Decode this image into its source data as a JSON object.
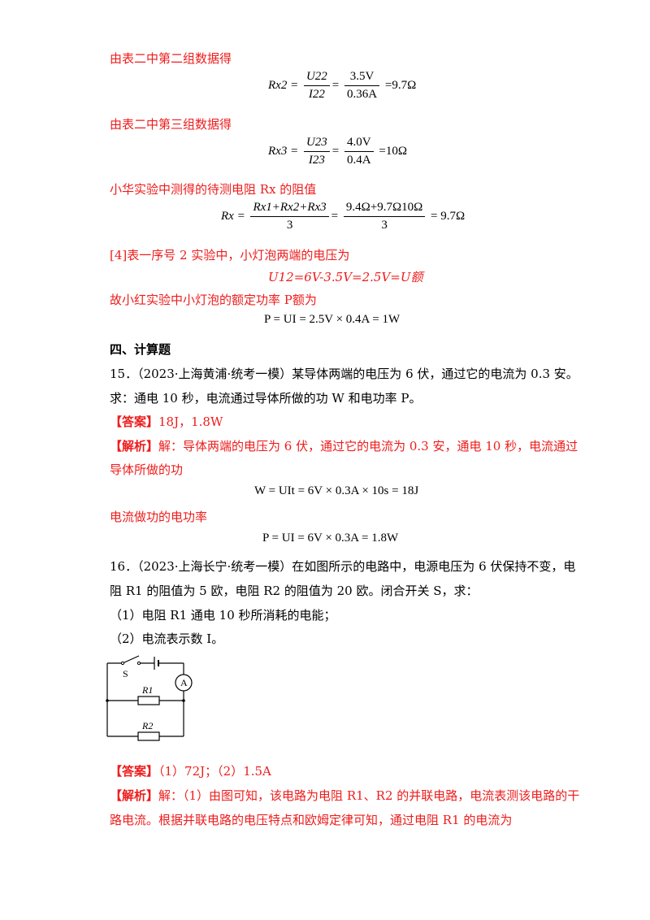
{
  "lines": {
    "t1": "由表二中第二组数据得",
    "t2": "由表二中第三组数据得",
    "t3": "小华实验中测得的待测电阻 Rx 的阻值",
    "t4": "[4]表一序号 2 实验中，小灯泡两端的电压为",
    "t5": "U12=6V-3.5V=2.5V=U额",
    "t6": "故小红实验中小灯泡的额定功率 P额为",
    "section": "四、计算题",
    "q15a": "15．（2023·上海黄浦·统考一模）某导体两端的电压为 6 伏，通过它的电流为 0.3 安。",
    "q15b": "求：通电 10 秒，电流通过导体所做的功 W 和电功率 P。",
    "ans15_tag": "【答案】",
    "ans15": "18J，1.8W",
    "exp15_tag": "【解析】",
    "exp15a": "解：导体两端的电压为 6 伏，通过它的电流为 0.3 安，通电 10 秒，电流通过",
    "exp15b": "导体所做的功",
    "exp15c": "电流做功的电功率",
    "q16a": "16．（2023·上海长宁·统考一模）在如图所示的电路中，电源电压为 6 伏保持不变，电",
    "q16b": "阻 R1 的阻值为 5 欧，电阻 R2 的阻值为 20 欧。闭合开关 S，求：",
    "q16c": "（1）电阻 R1 通电 10 秒所消耗的电能；",
    "q16d": "（2）电流表示数 I。",
    "ans16_tag": "【答案】",
    "ans16": "（1）72J；（2）1.5A",
    "exp16_tag": "【解析】",
    "exp16a": "解：（1）由图可知，该电路为电阻 R1、R2 的并联电路，电流表测该电路的干",
    "exp16b": "路电流。根据并联电路的电压特点和欧姆定律可知，通过电阻 R1 的电流为"
  },
  "formulas": {
    "f1_lhs": "Rx2 =",
    "f1_num1": "U22",
    "f1_den1": "I22",
    "f1_num2": "3.5V",
    "f1_den2": "0.36A",
    "f1_rhs": "=9.7Ω",
    "f2_lhs": "Rx3 =",
    "f2_num1": "U23",
    "f2_den1": "I23",
    "f2_num2": "4.0V",
    "f2_den2": "0.4A",
    "f2_rhs": "=10Ω",
    "f3_lhs": "Rx =",
    "f3_num1": "Rx1+Rx2+Rx3",
    "f3_den1": "3",
    "f3_num2": "9.4Ω+9.7Ω10Ω",
    "f3_den2": "3",
    "f3_rhs": "= 9.7Ω",
    "f4": "P = UI = 2.5V × 0.4A = 1W",
    "f5": "W = UIt = 6V × 0.3A × 10s = 18J",
    "f6": "P = UI = 6V × 0.3A = 1.8W"
  },
  "circuit": {
    "switch_label": "S",
    "ammeter_label": "A",
    "r1_label": "R1",
    "r2_label": "R2"
  }
}
